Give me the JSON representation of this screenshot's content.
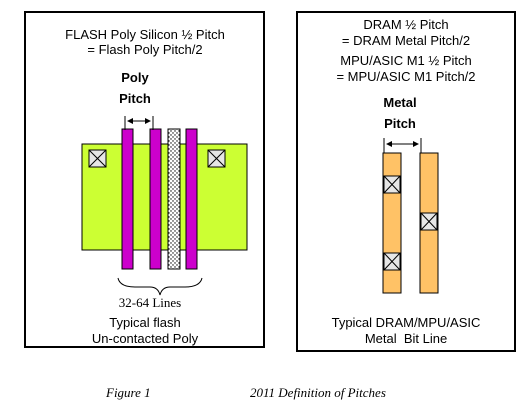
{
  "left": {
    "title_line1": "FLASH Poly Silicon ½ Pitch",
    "title_line2": "= Flash Poly Pitch/2",
    "pitch_label_1": "Poly",
    "pitch_label_2": "Pitch",
    "lines_label": "32-64 Lines",
    "caption_line1": "Typical flash",
    "caption_line2": "Un-contacted Poly"
  },
  "right": {
    "title_line1": "DRAM ½ Pitch",
    "title_line2": "= DRAM Metal Pitch/2",
    "title_line3": "MPU/ASIC M1 ½ Pitch",
    "title_line4": "= MPU/ASIC M1 Pitch/2",
    "pitch_label_1": "Metal",
    "pitch_label_2": "Pitch",
    "caption_line1": "Typical DRAM/MPU/ASIC",
    "caption_line2": "Metal  Bit Line"
  },
  "figure": {
    "number": "Figure 1",
    "title": "2011 Definition of Pitches"
  },
  "colors": {
    "active_area": "#ccff33",
    "poly_line": "#cc00cc",
    "metal_line": "#ffc266",
    "contact_fill": "#e6e6e6"
  }
}
